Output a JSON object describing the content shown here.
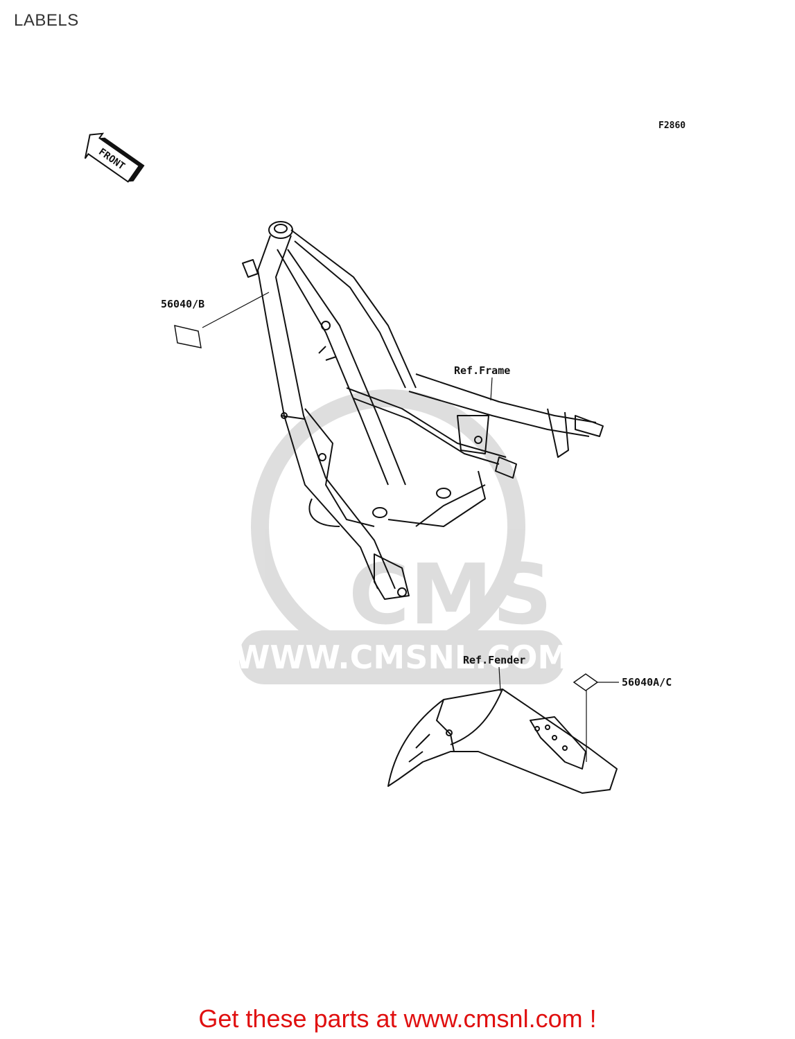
{
  "page": {
    "title": "LABELS"
  },
  "diagram": {
    "figure_code": "F2860",
    "front_arrow_text": "FRONT",
    "callouts": [
      {
        "id": "part-56040-b",
        "text": "56040/B"
      },
      {
        "id": "ref-frame",
        "text": "Ref.Frame"
      },
      {
        "id": "ref-fender",
        "text": "Ref.Fender"
      },
      {
        "id": "part-56040a-c",
        "text": "56040A/C"
      }
    ],
    "watermark": {
      "logo_text": "CMS",
      "url_text": "WWW.CMSNL.COM"
    }
  },
  "footer": {
    "cta": "Get these parts at www.cmsnl.com !",
    "color": "#e01010"
  }
}
